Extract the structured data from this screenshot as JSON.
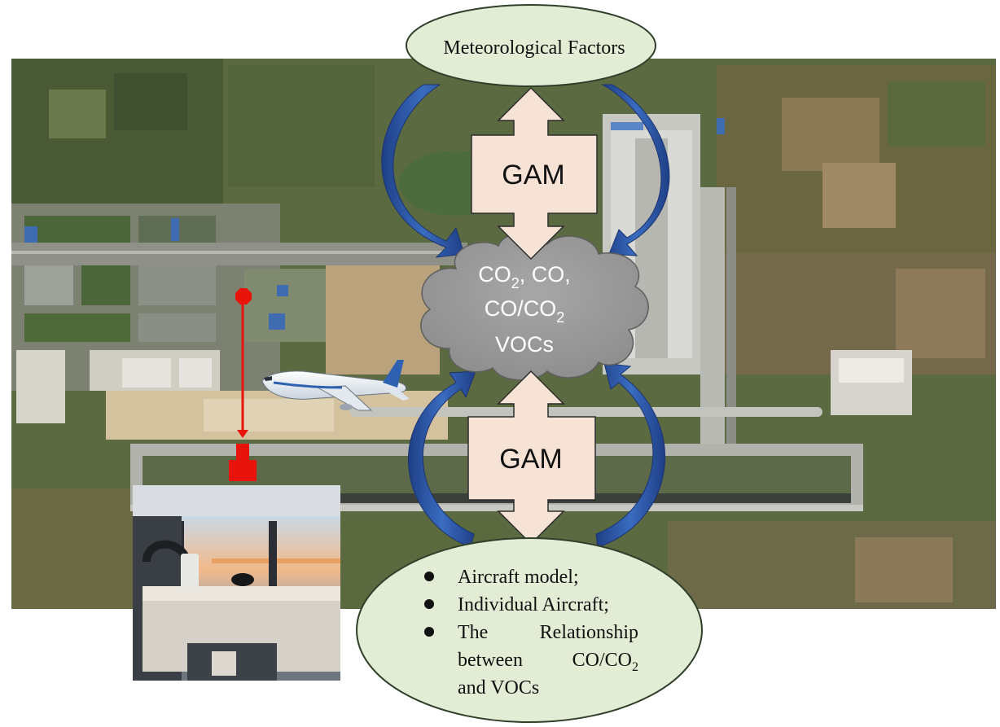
{
  "top_ellipse": {
    "label": "Meteorological Factors"
  },
  "gam_top": {
    "label": "GAM"
  },
  "gam_bottom": {
    "label": "GAM"
  },
  "cloud": {
    "line1_prefix": "CO",
    "line1_sub": "2",
    "line1_suffix": ", CO,",
    "line2_prefix": "CO/CO",
    "line2_sub": "2",
    "line3": "VOCs"
  },
  "bottom_ellipse": {
    "items": [
      {
        "text": "Aircraft model;"
      },
      {
        "text": "Individual Aircraft;"
      },
      {
        "text_a": "The",
        "text_b": "Relationship",
        "text_c": "between",
        "text_d": "CO/CO",
        "text_d_sub": "2",
        "text_e": "and VOCs"
      }
    ]
  },
  "colors": {
    "ellipse_fill": "#e3ecd4",
    "ellipse_stroke": "#2f3f2a",
    "arrow_box_fill": "#f7e3d6",
    "curved_arrow_blue": "#2e5aa8",
    "cloud_fill": "#9a9a9a",
    "marker_red": "#e8140c"
  }
}
